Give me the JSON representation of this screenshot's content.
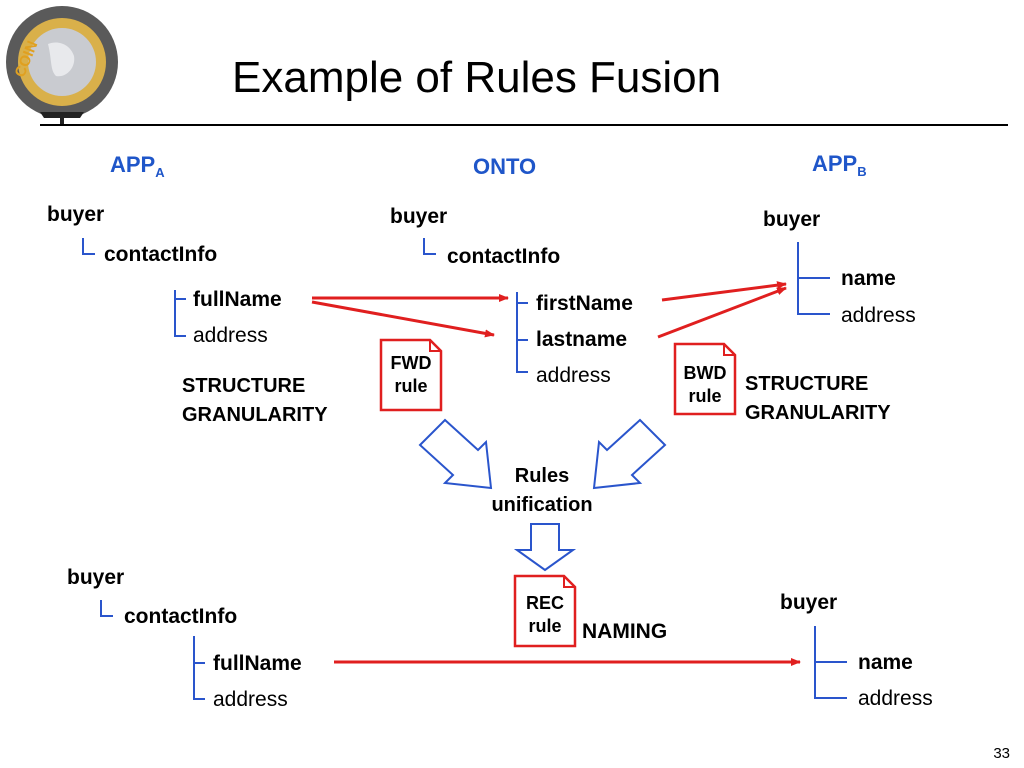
{
  "slide": {
    "title": "Example of Rules Fusion",
    "page_number": "33",
    "logo_text": "COIN"
  },
  "headers": {
    "app_a": "APP",
    "app_a_sub": "A",
    "onto": "ONTO",
    "app_b": "APP",
    "app_b_sub": "B"
  },
  "app_a": {
    "root": "buyer",
    "child": "contactInfo",
    "fields": [
      "fullName",
      "address"
    ]
  },
  "onto": {
    "root": "buyer",
    "child": "contactInfo",
    "fields": [
      "firstName",
      "lastname",
      "address"
    ]
  },
  "app_b": {
    "root": "buyer",
    "fields": [
      "name",
      "address"
    ]
  },
  "rules": {
    "fwd": [
      "FWD",
      "rule"
    ],
    "bwd": [
      "BWD",
      "rule"
    ],
    "rec": [
      "REC",
      "rule"
    ]
  },
  "labels": {
    "left_structure": [
      "STRUCTURE",
      "GRANULARITY"
    ],
    "right_structure": [
      "STRUCTURE",
      "GRANULARITY"
    ],
    "unification": [
      "Rules",
      "unification"
    ],
    "naming": "NAMING"
  },
  "result": {
    "left": {
      "root": "buyer",
      "child": "contactInfo",
      "fields": [
        "fullName",
        "address"
      ]
    },
    "right": {
      "root": "buyer",
      "fields": [
        "name",
        "address"
      ]
    }
  },
  "colors": {
    "header_blue": "#1f56c9",
    "tree_blue": "#2a55cc",
    "arrow_red": "#e01f1f",
    "rule_border": "#e01f1f"
  }
}
